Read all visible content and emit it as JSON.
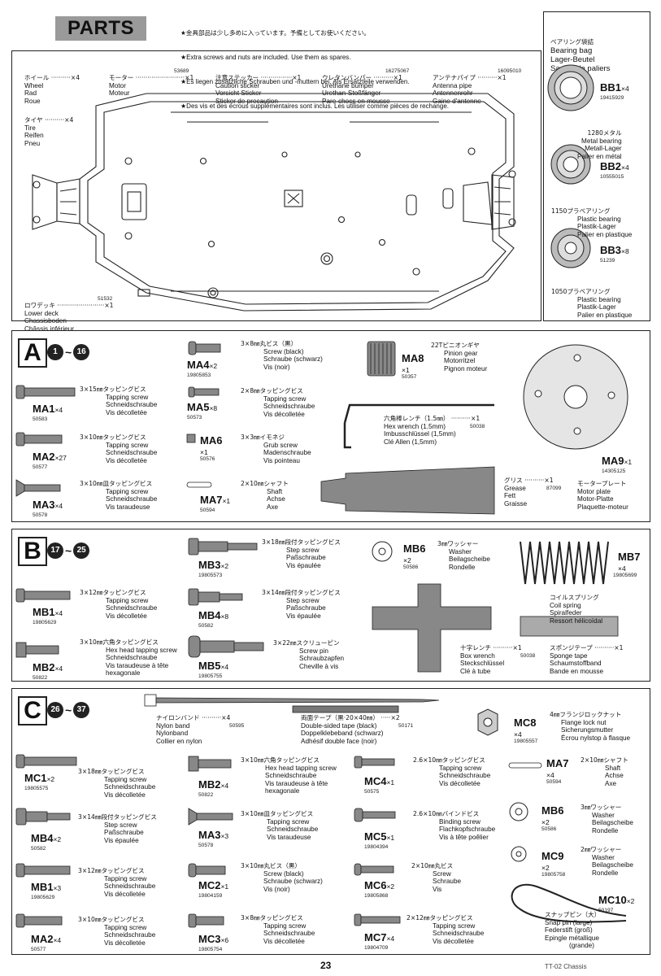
{
  "header": {
    "title": "PARTS",
    "notes": [
      "★金具部品は少し多めに入っています。予備としてお使いください。",
      "★Extra screws and nuts are included. Use them as spares.",
      "★Es liegen zusätzliche Schrauben und -muttern bei. Als Ersatzteile verwenden.",
      "★Des vis et des écrous supplémentaires sont inclus. Les utiliser comme pièces de rechange."
    ]
  },
  "parts_box": {
    "wheel": {
      "lines": [
        "ホイール ··········×4",
        "Wheel",
        "Rad",
        "Roue"
      ]
    },
    "motor": {
      "lines": [
        "モーター ·························×1",
        "Motor",
        "Moteur"
      ],
      "code": "53689"
    },
    "sticker": {
      "lines": [
        "注意ステッカー ················×1",
        "Caution sticker",
        "Vorsicht Sticker",
        "Sticker de precaution"
      ]
    },
    "bumper": {
      "lines": [
        "ウレタンバンパー ··········×1",
        "Urethane bumper",
        "Urethan-Stoßfänger",
        "Pare-chocs en mousse"
      ],
      "code": "16275067"
    },
    "antenna": {
      "lines": [
        "アンテナパイプ ··········×1",
        "Antenna pipe",
        "Antennenrohr",
        "Gaine d'antenne"
      ],
      "code": "16095010"
    },
    "tire": {
      "lines": [
        "タイヤ ··········×4",
        "Tire",
        "Reifen",
        "Pneu"
      ]
    },
    "lower_deck": {
      "lines": [
        "ロワデッキ ························×1",
        "Lower deck",
        "Chassisboden",
        "Châssis inférieur"
      ],
      "code": "51532"
    }
  },
  "bearing_box": {
    "title_lines": [
      "ベアリング袋詰",
      "Bearing bag",
      "Lager-Beutel",
      "Sachet de paliers"
    ],
    "bb1": {
      "label": "BB1",
      "qty": "×4",
      "code": "19415929",
      "lines": [
        "1280メタル",
        "Metal bearing",
        "Metall-Lager",
        "Palier en métal"
      ]
    },
    "bb2": {
      "label": "BB2",
      "qty": "×4",
      "code": "10555015",
      "lines": [
        "1150プラベアリング",
        "Plastic bearing",
        "Plastik-Lager",
        "Palier en plastique"
      ]
    },
    "bb3": {
      "label": "BB3",
      "qty": "×8",
      "code": "51239",
      "lines": [
        "1050プラベアリング",
        "Plastic bearing",
        "Plastik-Lager",
        "Palier en plastique"
      ]
    }
  },
  "section_a": {
    "letter": "A",
    "step_from": "1",
    "step_to": "16",
    "ma1": {
      "label": "MA1",
      "qty": "×4",
      "code": "50583",
      "lines": [
        "3×15㎜タッピングビス",
        "Tapping screw",
        "Schneidschraube",
        "Vis décolletée"
      ]
    },
    "ma2": {
      "label": "MA2",
      "qty": "×27",
      "code": "50577",
      "lines": [
        "3×10㎜タッピングビス",
        "Tapping screw",
        "Schneidschraube",
        "Vis décolletée"
      ]
    },
    "ma3": {
      "label": "MA3",
      "qty": "×4",
      "code": "50578",
      "lines": [
        "3×10㎜皿タッピングビス",
        "Tapping screw",
        "Schneidschraube",
        "Vis taraudeuse"
      ]
    },
    "ma4": {
      "label": "MA4",
      "qty": "×2",
      "code": "19805853",
      "lines": [
        "3×8㎜丸ビス（黒）",
        "Screw (black)",
        "Schraube (schwarz)",
        "Vis (noir)"
      ]
    },
    "ma5": {
      "label": "MA5",
      "qty": "×8",
      "code": "50573",
      "lines": [
        "2×8㎜タッピングビス",
        "Tapping screw",
        "Schneidschraube",
        "Vis décolletée"
      ]
    },
    "ma6": {
      "label": "MA6",
      "qty": "×1",
      "code": "50576",
      "lines": [
        "3×3㎜イモネジ",
        "Grub screw",
        "Madenschraube",
        "Vis pointeau"
      ]
    },
    "ma7": {
      "label": "MA7",
      "qty": "×1",
      "code": "50594",
      "lines": [
        "2×10㎜シャフト",
        "Shaft",
        "Achse",
        "Axe"
      ]
    },
    "ma8": {
      "label": "MA8",
      "qty": "×1",
      "code": "50357",
      "lines": [
        "22Tピニオンギヤ",
        "Pinion gear",
        "Motorritzel",
        "Pignon moteur"
      ]
    },
    "wrench": {
      "lines": [
        "六角棒レンチ（1.5㎜） ··········×1",
        "Hex wrench (1.5mm)",
        "Imbusschlüssel (1,5mm)",
        "Clé Allen (1,5mm)"
      ],
      "code": "50038"
    },
    "grease": {
      "lines": [
        "グリス ··········×1",
        "Grease",
        "Fett",
        "Graisse"
      ],
      "code": "87099"
    },
    "ma9": {
      "label": "MA9",
      "qty": "×1",
      "code": "14305125",
      "lines": [
        "モータープレート",
        "Motor plate",
        "Motor-Platte",
        "Plaquette-moteur"
      ]
    }
  },
  "section_b": {
    "letter": "B",
    "step_from": "17",
    "step_to": "25",
    "mb1": {
      "label": "MB1",
      "qty": "×4",
      "code": "19805629",
      "lines": [
        "3×12㎜タッピングビス",
        "Tapping screw",
        "Schneidschraube",
        "Vis décolletée"
      ]
    },
    "mb2": {
      "label": "MB2",
      "qty": "×4",
      "code": "50822",
      "lines": [
        "3×10㎜六角タッピングビス",
        "Hex head tapping screw",
        "Schneidschraube",
        "Vis taraudeuse à tête",
        "hexagonale"
      ]
    },
    "mb3": {
      "label": "MB3",
      "qty": "×2",
      "code": "19805573",
      "lines": [
        "3×18㎜段付タッピングビス",
        "Step screw",
        "Paßschraube",
        "Vis épaulée"
      ]
    },
    "mb4": {
      "label": "MB4",
      "qty": "×8",
      "code": "50582",
      "lines": [
        "3×14㎜段付タッピングビス",
        "Step screw",
        "Paßschraube",
        "Vis épaulée"
      ]
    },
    "mb5": {
      "label": "MB5",
      "qty": "×4",
      "code": "19805755",
      "lines": [
        "3×22㎜スクリューピン",
        "Screw pin",
        "Schraubzapfen",
        "Cheville à vis"
      ]
    },
    "mb6": {
      "label": "MB6",
      "qty": "×2",
      "code": "50586",
      "lines": [
        "3㎜ワッシャー",
        "Washer",
        "Beilagscheibe",
        "Rondelle"
      ]
    },
    "mb7": {
      "label": "MB7",
      "qty": "×4",
      "code": "19805699",
      "lines": [
        "コイルスプリング",
        "Coil spring",
        "Spiralfeder",
        "Ressort hélicoïdal"
      ]
    },
    "box_wrench": {
      "lines": [
        "十字レンチ ··········×1",
        "Box wrench",
        "Steckschlüssel",
        "Clé à tube"
      ],
      "code": "50038"
    },
    "sponge": {
      "lines": [
        "スポンジテープ ··········×1",
        "Sponge tape",
        "Schaumstoffband",
        "Bande en mousse"
      ]
    }
  },
  "section_c": {
    "letter": "C",
    "step_from": "26",
    "step_to": "37",
    "nylon": {
      "lines": [
        "ナイロンバンド ··········×4",
        "Nylon band",
        "Nylonband",
        "Collier en nylon"
      ],
      "code": "50595"
    },
    "tape": {
      "lines": [
        "両面テープ（黒·20×40㎜） ·····×2",
        "Double-sided tape (black)",
        "Doppelklebeband (schwarz)",
        "Adhésif double face (noir)"
      ],
      "code": "50171"
    },
    "mc8": {
      "label": "MC8",
      "qty": "×4",
      "code": "19805557",
      "lines": [
        "4㎜フランジロックナット",
        "Flange lock nut",
        "Sicherungsmutter",
        "Écrou nylstop à flasque"
      ]
    },
    "mc1": {
      "label": "MC1",
      "qty": "×2",
      "code": "19805575",
      "lines": [
        "3×18㎜タッピングビス",
        "Tapping screw",
        "Schneidschraube",
        "Vis décolletée"
      ]
    },
    "mb2": {
      "label": "MB2",
      "qty": "×4",
      "code": "50822",
      "lines": [
        "3×10㎜六角タッピングビス",
        "Hex head tapping screw",
        "Schneidschraube",
        "Vis taraudeuse à tête",
        "hexagonale"
      ]
    },
    "mc4": {
      "label": "MC4",
      "qty": "×1",
      "code": "50575",
      "lines": [
        "2.6×10㎜タッピングビス",
        "Tapping screw",
        "Schneidschraube",
        "Vis décolletée"
      ]
    },
    "ma7": {
      "label": "MA7",
      "qty": "×4",
      "code": "50594",
      "lines": [
        "2×10㎜シャフト",
        "Shaft",
        "Achse",
        "Axe"
      ]
    },
    "mb4": {
      "label": "MB4",
      "qty": "×2",
      "code": "50582",
      "lines": [
        "3×14㎜段付タッピングビス",
        "Step screw",
        "Paßschraube",
        "Vis épaulée"
      ]
    },
    "ma3": {
      "label": "MA3",
      "qty": "×3",
      "code": "50578",
      "lines": [
        "3×10㎜皿タッピングビス",
        "Tapping screw",
        "Schneidschraube",
        "Vis taraudeuse"
      ]
    },
    "mc5": {
      "label": "MC5",
      "qty": "×1",
      "code": "19804394",
      "lines": [
        "2.6×10㎜バインドビス",
        "Binding screw",
        "Flachkopfschraube",
        "Vis à tête poêlier"
      ]
    },
    "mb6": {
      "label": "MB6",
      "qty": "×2",
      "code": "50586",
      "lines": [
        "3㎜ワッシャー",
        "Washer",
        "Beilagscheibe",
        "Rondelle"
      ]
    },
    "mb1": {
      "label": "MB1",
      "qty": "×3",
      "code": "19805629",
      "lines": [
        "3×12㎜タッピングビス",
        "Tapping screw",
        "Schneidschraube",
        "Vis décolletée"
      ]
    },
    "mc2": {
      "label": "MC2",
      "qty": "×1",
      "code": "19804159",
      "lines": [
        "3×10㎜丸ビス（黒）",
        "Screw (black)",
        "Schraube (schwarz)",
        "Vis (noir)"
      ]
    },
    "mc6": {
      "label": "MC6",
      "qty": "×2",
      "code": "19805868",
      "lines": [
        "2×10㎜丸ビス",
        "Screw",
        "Schraube",
        "Vis"
      ]
    },
    "mc9": {
      "label": "MC9",
      "qty": "×2",
      "code": "19805758",
      "lines": [
        "2㎜ワッシャー",
        "Washer",
        "Beilagscheibe",
        "Rondelle"
      ]
    },
    "ma2": {
      "label": "MA2",
      "qty": "×4",
      "code": "50577",
      "lines": [
        "3×10㎜タッピングビス",
        "Tapping screw",
        "Schneidschraube",
        "Vis décolletée"
      ]
    },
    "mc3": {
      "label": "MC3",
      "qty": "×6",
      "code": "19805754",
      "lines": [
        "3×8㎜タッピングビス",
        "Tapping screw",
        "Schneidschraube",
        "Vis décolletée"
      ]
    },
    "mc7": {
      "label": "MC7",
      "qty": "×4",
      "code": "19804709",
      "lines": [
        "2×12㎜タッピングビス",
        "Tapping screw",
        "Schneidschraube",
        "Vis décolletée"
      ]
    },
    "mc10": {
      "label": "MC10",
      "qty": "×2",
      "code": "50197",
      "lines": [
        "スナップピン（大）",
        "Snap pin (large)",
        "Federstift (groß)",
        "Epingle métallique",
        "(grande)"
      ]
    }
  },
  "footer": {
    "page": "23",
    "caption": "TT-02 Chassis"
  }
}
